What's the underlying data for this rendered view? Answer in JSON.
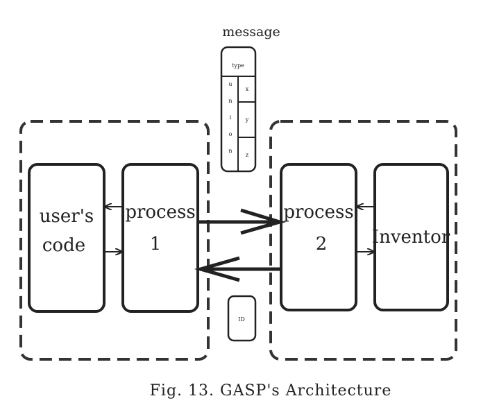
{
  "diagram": {
    "message_label": "message",
    "message_fields": {
      "header": "type",
      "left_column": [
        "u",
        "n",
        "i",
        "o",
        "n"
      ],
      "right_column": [
        "x",
        "y",
        "z"
      ]
    },
    "small_box_label": "ID",
    "users_code": [
      "user's",
      "code"
    ],
    "process1": [
      "process",
      "1"
    ],
    "process2": [
      "process",
      "2"
    ],
    "inventor": "Inventor"
  },
  "caption": "Fig. 13.  GASP's Architecture"
}
